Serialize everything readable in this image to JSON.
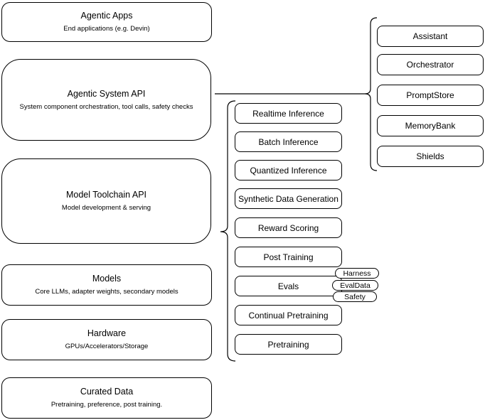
{
  "diagram": {
    "left_stack": [
      {
        "title": "Agentic Apps",
        "subtitle": "End applications (e.g. Devin)"
      },
      {
        "title": "Agentic System API",
        "subtitle": "System component orchestration, tool calls, safety checks"
      },
      {
        "title": "Model Toolchain API",
        "subtitle": "Model development & serving"
      },
      {
        "title": "Models",
        "subtitle": "Core LLMs, adapter weights, secondary models"
      },
      {
        "title": "Hardware",
        "subtitle": "GPUs/Accelerators/Storage"
      },
      {
        "title": "Curated Data",
        "subtitle": "Pretraining, preference, post training."
      }
    ],
    "toolchain_items": [
      "Realtime Inference",
      "Batch Inference",
      "Quantized Inference",
      "Synthetic Data Generation",
      "Reward Scoring",
      "Post Training",
      "Evals",
      "Continual Pretraining",
      "Pretraining"
    ],
    "eval_tags": [
      "Harness",
      "EvalData",
      "Safety"
    ],
    "system_components": [
      "Assistant",
      "Orchestrator",
      "PromptStore",
      "MemoryBank",
      "Shields"
    ],
    "colors": {
      "stroke": "#000000",
      "background": "#ffffff",
      "text": "#000000"
    }
  }
}
